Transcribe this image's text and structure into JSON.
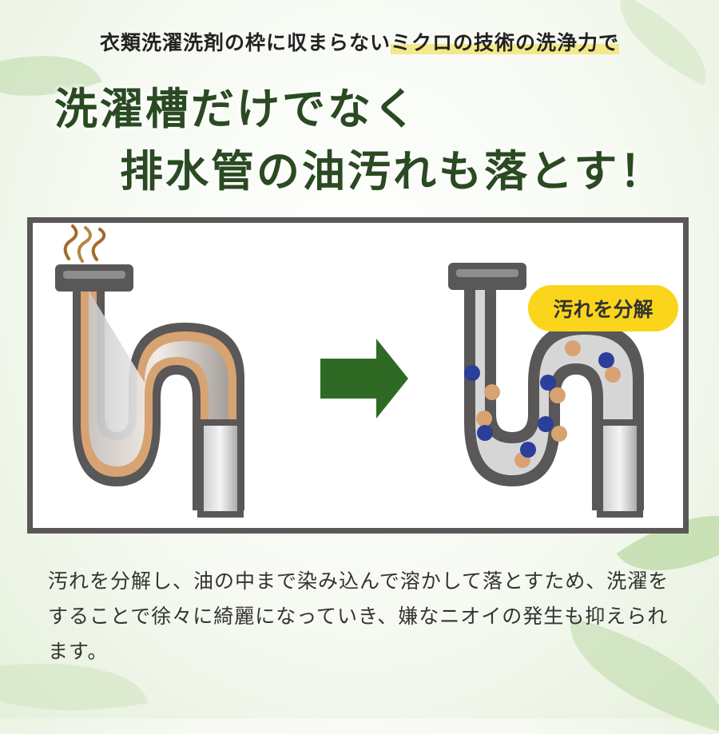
{
  "headline": {
    "sub_prefix": "衣類洗濯洗剤の枠に収まらない",
    "sub_highlight": "ミクロの技術の洗浄力で",
    "line1": "洗濯槽だけでなく",
    "line2": "排水管の油汚れも落とす！"
  },
  "illustration": {
    "badge_label": "汚れを分解",
    "pipe_color": "#595757",
    "grime_color": "#d8a373",
    "particle_color": "#2b3e9a",
    "arrow_color": "#2f6a25",
    "icons": [
      "dirty-pipe-icon",
      "odor-icon",
      "arrow-right-icon",
      "clean-pipe-icon",
      "particle-icon"
    ]
  },
  "description": "汚れを分解し、油の中まで染み込んで溶かして落とすため、洗濯をすることで徐々に綺麗になっていき、嫌なニオイの発生も抑えられます。"
}
